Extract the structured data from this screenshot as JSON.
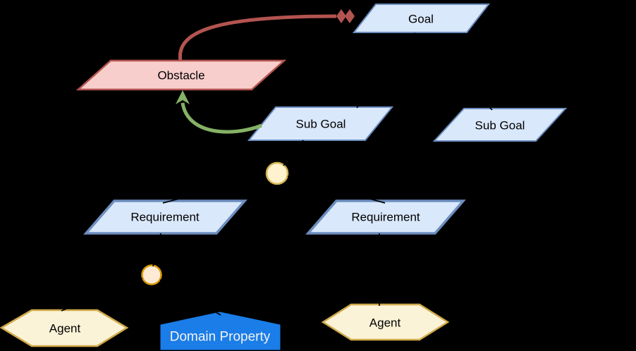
{
  "canvas": {
    "background": "#000000"
  },
  "nodes": {
    "goal": {
      "label": "Goal",
      "fill": "#dae8fc",
      "stroke": "#6c8ebf",
      "text_color": "#000000"
    },
    "obstacle": {
      "label": "Obstacle",
      "fill": "#f8cecc",
      "stroke": "#b35450",
      "text_color": "#000000"
    },
    "subgoal_left": {
      "label": "Sub Goal",
      "fill": "#dae8fc",
      "stroke": "#6c8ebf",
      "text_color": "#000000"
    },
    "subgoal_right": {
      "label": "Sub Goal",
      "fill": "#dae8fc",
      "stroke": "#6c8ebf",
      "text_color": "#000000"
    },
    "requirement_left": {
      "label": "Requirement",
      "fill": "#dae8fc",
      "stroke": "#6c8ebf",
      "text_color": "#000000"
    },
    "requirement_right": {
      "label": "Requirement",
      "fill": "#dae8fc",
      "stroke": "#6c8ebf",
      "text_color": "#000000"
    },
    "agent_left": {
      "label": "Agent",
      "fill": "#fbf3d7",
      "stroke": "#cfa94a",
      "text_color": "#000000"
    },
    "agent_right": {
      "label": "Agent",
      "fill": "#fbf3d7",
      "stroke": "#cfa94a",
      "text_color": "#000000"
    },
    "domain_property": {
      "label": "Domain Property",
      "fill": "#1a7de8",
      "stroke": "#1a7de8",
      "text_color": "#f2f2f2"
    },
    "refinement_node_upper": {
      "fill": "#fff3cf",
      "stroke": "#d6b656"
    },
    "refinement_node_lower": {
      "fill": "#ffead6",
      "stroke": "#d79b00"
    }
  },
  "edges": {
    "obstruction": {
      "color": "#b35450",
      "marker": "double-diamond"
    },
    "resolution": {
      "color": "#85b266",
      "marker": "arrowhead"
    },
    "refinement": {
      "color": "#000000"
    }
  }
}
